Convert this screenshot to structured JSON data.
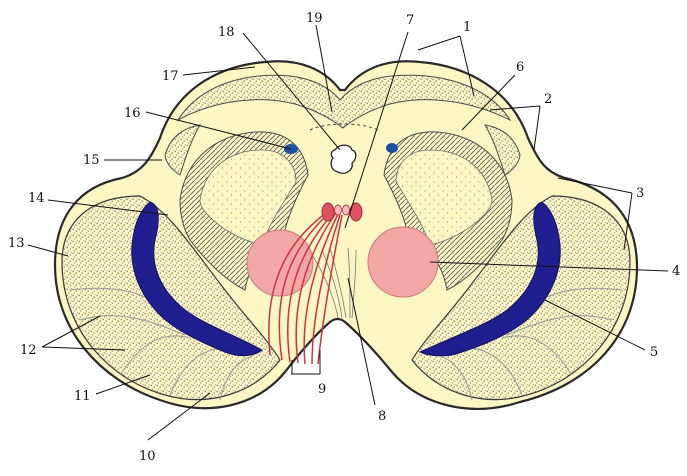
{
  "colors": {
    "background": "#ffffff",
    "tissue": "#fbf6c3",
    "outline": "#2a2a2a",
    "stipple": "#7f7f7f",
    "dentate": "#1f1f8f",
    "nucleus": "#f2a7a5",
    "fibers": "#cc3344",
    "vestibular": "#1f4f9f"
  },
  "labels": [
    {
      "id": "1",
      "text": "1"
    },
    {
      "id": "2",
      "text": "2"
    },
    {
      "id": "3",
      "text": "3"
    },
    {
      "id": "4",
      "text": "4"
    },
    {
      "id": "5",
      "text": "5"
    },
    {
      "id": "6",
      "text": "6"
    },
    {
      "id": "7",
      "text": "7"
    },
    {
      "id": "8",
      "text": "8"
    },
    {
      "id": "9",
      "text": "9"
    },
    {
      "id": "10",
      "text": "10"
    },
    {
      "id": "11",
      "text": "11"
    },
    {
      "id": "12",
      "text": "12"
    },
    {
      "id": "13",
      "text": "13"
    },
    {
      "id": "14",
      "text": "14"
    },
    {
      "id": "15",
      "text": "15"
    },
    {
      "id": "16",
      "text": "16"
    },
    {
      "id": "17",
      "text": "17"
    },
    {
      "id": "18",
      "text": "18"
    },
    {
      "id": "19",
      "text": "19"
    }
  ]
}
